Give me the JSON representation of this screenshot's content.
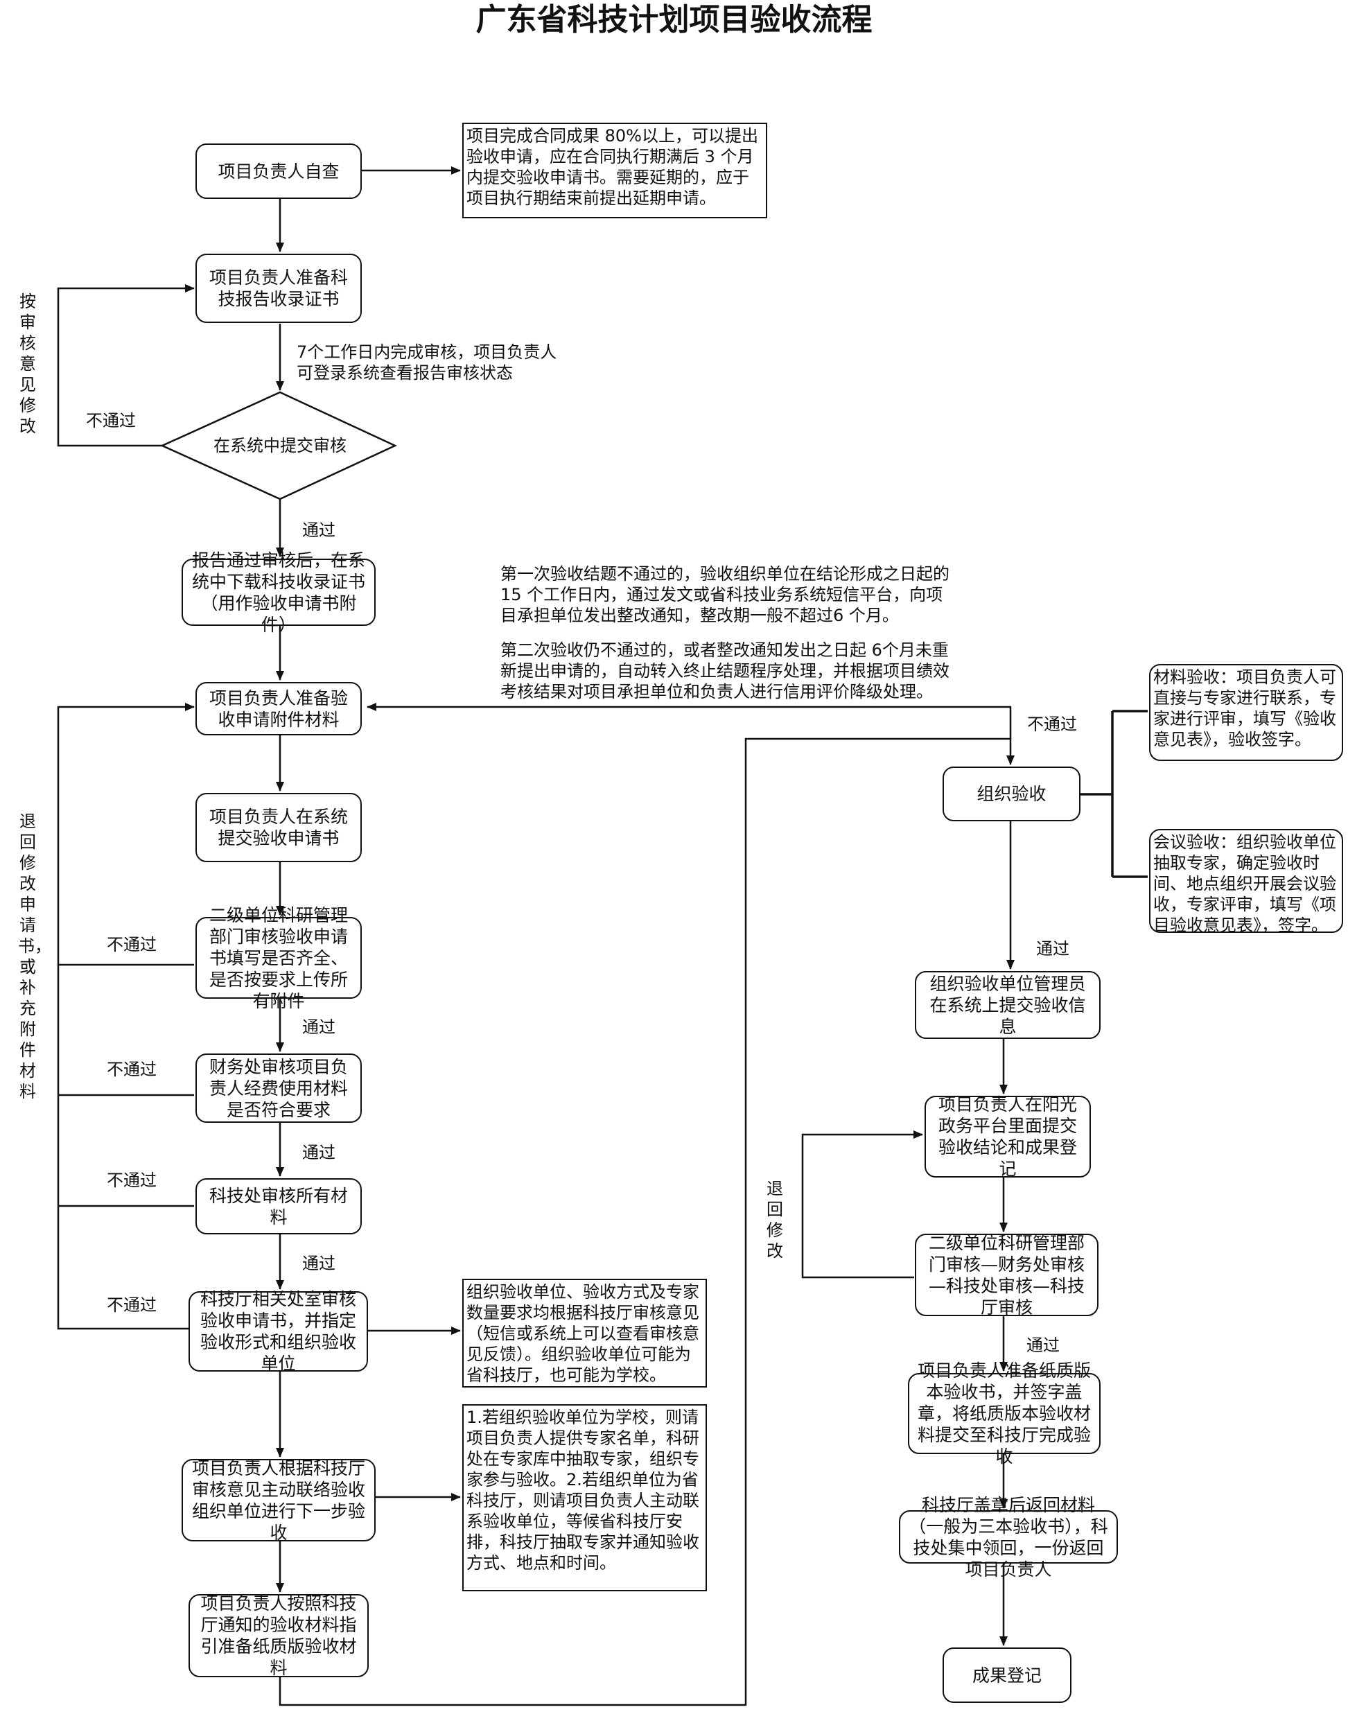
{
  "title": "广东省科技计划项目验收流程",
  "nodes": {
    "self_check": "项目负责人自查",
    "prepare_cert": "项目负责人准备科技报告收录证书",
    "submit_review": "在系统中提交审核",
    "download_cert": "报告通过审核后，在系统中下载科技收录证书（用作验收申请书附件）",
    "prepare_attachments": "项目负责人准备验收申请附件材料",
    "submit_application": "项目负责人在系统提交验收申请书",
    "secondary_review": "二级单位科研管理部门审核验收申请书填写是否齐全、是否按要求上传所有附件",
    "finance_review": "财务处审核项目负责人经费使用材料是否符合要求",
    "sci_office_review": "科技处审核所有材料",
    "dept_review": "科技厅相关处室审核验收申请书，并指定验收形式和组织验收单位",
    "contact_org": "项目负责人根据科技厅审核意见主动联络验收组织单位进行下一步验收",
    "prepare_paper": "项目负责人按照科技厅通知的验收材料指引准备纸质版验收材料",
    "organize": "组织验收",
    "admin_submit": "组织验收单位管理员在系统上提交验收信息",
    "sunshine_submit": "项目负责人在阳光政务平台里面提交验收结论和成果登记",
    "chain_review": "二级单位科研管理部门审核—财务处审核—科技处审核—科技厅审核",
    "paper_version": "项目负责人准备纸质版本验收书，并签字盖章，将纸质版本验收材料提交至科技厅完成验收",
    "return_material": "科技厅盖章后返回材料（一般为三本验收书），科技处集中领回，一份返回项目负责人",
    "registration": "成果登记"
  },
  "notes": {
    "self_check_note": "项目完成合同成果 80%以上，可以提出验收申请，应在合同执行期满后 3 个月内提交验收申请书。需要延期的，应于项目执行期结束前提出延期申请。",
    "review_time": "7个工作日内完成审核，项目负责人可登录系统查看报告审核状态",
    "failure_note_1": "第一次验收结题不通过的，验收组织单位在结论形成之日起的 15 个工作日内，通过发文或省科技业务系统短信平台，向项目承担单位发出整改通知，整改期一般不超过6 个月。",
    "failure_note_2": "第二次验收仍不通过的，或者整改通知发出之日起 6个月未重新提出申请的，自动转入终止结题程序处理，并根据项目绩效考核结果对项目承担单位和负责人进行信用评价降级处理。",
    "material_acceptance": "材料验收：项目负责人可直接与专家进行联系，专家进行评审，填写《验收意见表》，验收签字。",
    "meeting_acceptance": "会议验收：组织验收单位抽取专家，确定验收时间、地点组织开展会议验收，专家评审，填写《项目验收意见表》，签字。",
    "org_note": "组织验收单位、验收方式及专家数量要求均根据科技厅审核意见（短信或系统上可以查看审核意见反馈）。组织验收单位可能为省科技厅，也可能为学校。",
    "school_note": "1.若组织验收单位为学校，则请项目负责人提供专家名单，科研处在专家库中抽取专家，组织专家参与验收。2.若组织单位为省科技厅，则请项目负责人主动联系验收单位，等候省科技厅安排，科技厅抽取专家并通知验收方式、地点和时间。"
  },
  "labels": {
    "pass": "通过",
    "fail": "不通过",
    "revise_by_review": "按审核意见修改",
    "return_revise_application": "退回修改申请书，或补充附件材料",
    "return_revise": "退回修改"
  }
}
